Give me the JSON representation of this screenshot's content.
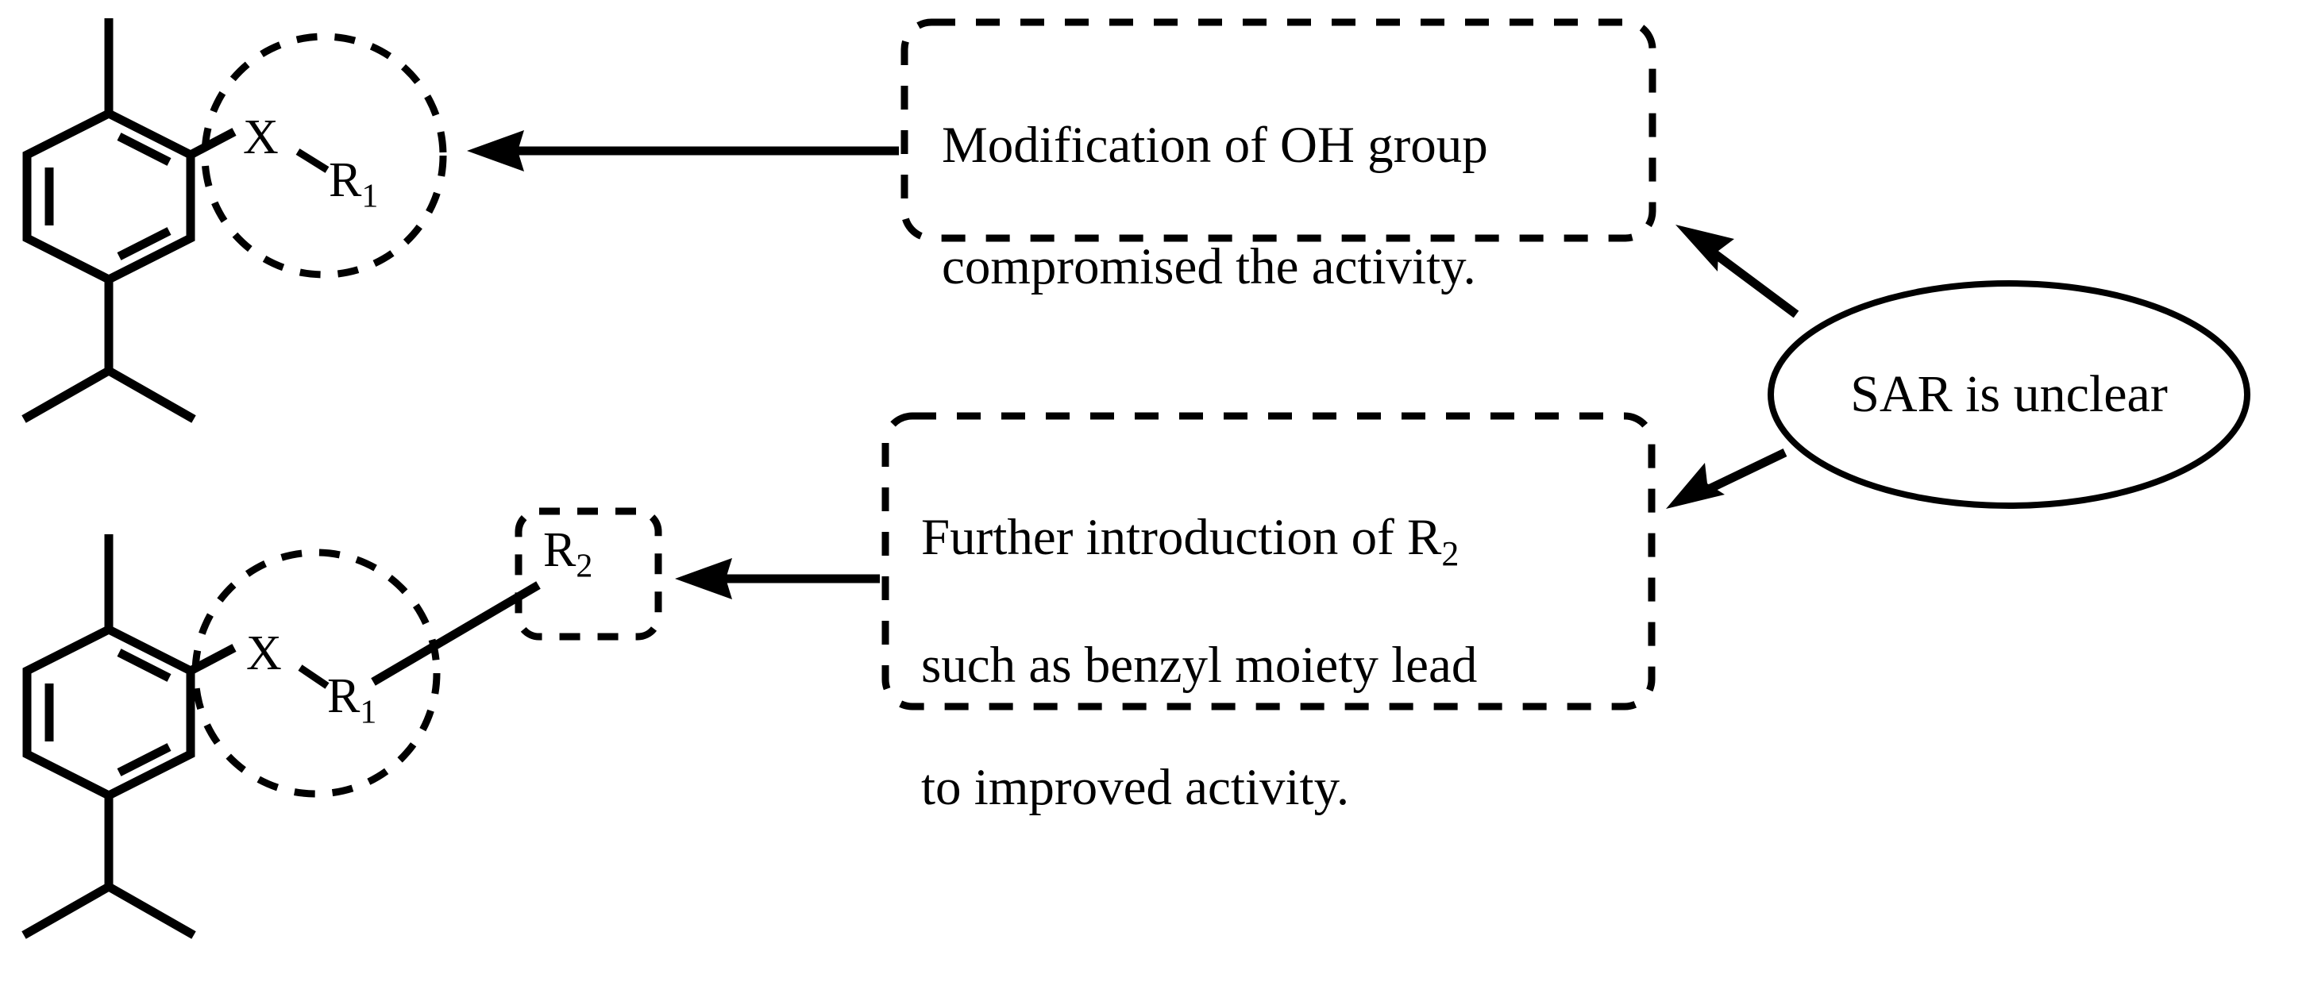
{
  "diagram": {
    "type": "chemical-sar-schematic",
    "background_color": "#ffffff",
    "line_color": "#000000"
  },
  "structures": [
    {
      "id": "upper",
      "name": "upper-scaffold",
      "core_label": "benzene-ring",
      "substituent_x": "X",
      "substituent_r1_main": "R",
      "substituent_r1_sub": "1"
    },
    {
      "id": "lower",
      "name": "lower-scaffold",
      "core_label": "benzene-ring",
      "substituent_x": "X",
      "substituent_r1_main": "R",
      "substituent_r1_sub": "1",
      "substituent_r2_main": "R",
      "substituent_r2_sub": "2"
    }
  ],
  "callouts": [
    {
      "id": "top-callout",
      "line1": "Modification of OH group",
      "line2": "compromised the activity.",
      "border": "dashed",
      "shape": "rounded-rectangle"
    },
    {
      "id": "bottom-callout",
      "line1_a": "Further introduction of R",
      "line1_sub": "2",
      "line2": "such as benzyl moiety lead",
      "line3": "to improved activity.",
      "border": "dashed",
      "shape": "rounded-rectangle"
    }
  ],
  "summary_bubble": {
    "id": "sar-bubble",
    "text": "SAR is unclear",
    "border": "solid",
    "shape": "ellipse"
  },
  "arrows": [
    {
      "id": "arrow-top-callout-to-upper-structure",
      "direction": "left"
    },
    {
      "id": "arrow-bottom-callout-to-r2-group",
      "direction": "left"
    },
    {
      "id": "arrow-bubble-to-top-callout",
      "direction": "up-left"
    },
    {
      "id": "arrow-bubble-to-bottom-callout",
      "direction": "down-left"
    }
  ]
}
